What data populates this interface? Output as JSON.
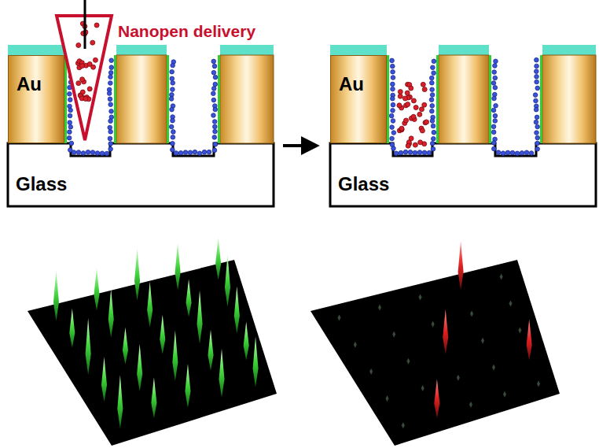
{
  "diagram": {
    "nodes": [
      {
        "text": [
          "Au"
        ]
      },
      {
        "text": [
          "Glass"
        ]
      },
      {
        "text": [
          "Au"
        ]
      },
      {
        "text": [
          "Glass"
        ]
      }
    ],
    "labels": [
      "Nanopen delivery"
    ]
  }
}
